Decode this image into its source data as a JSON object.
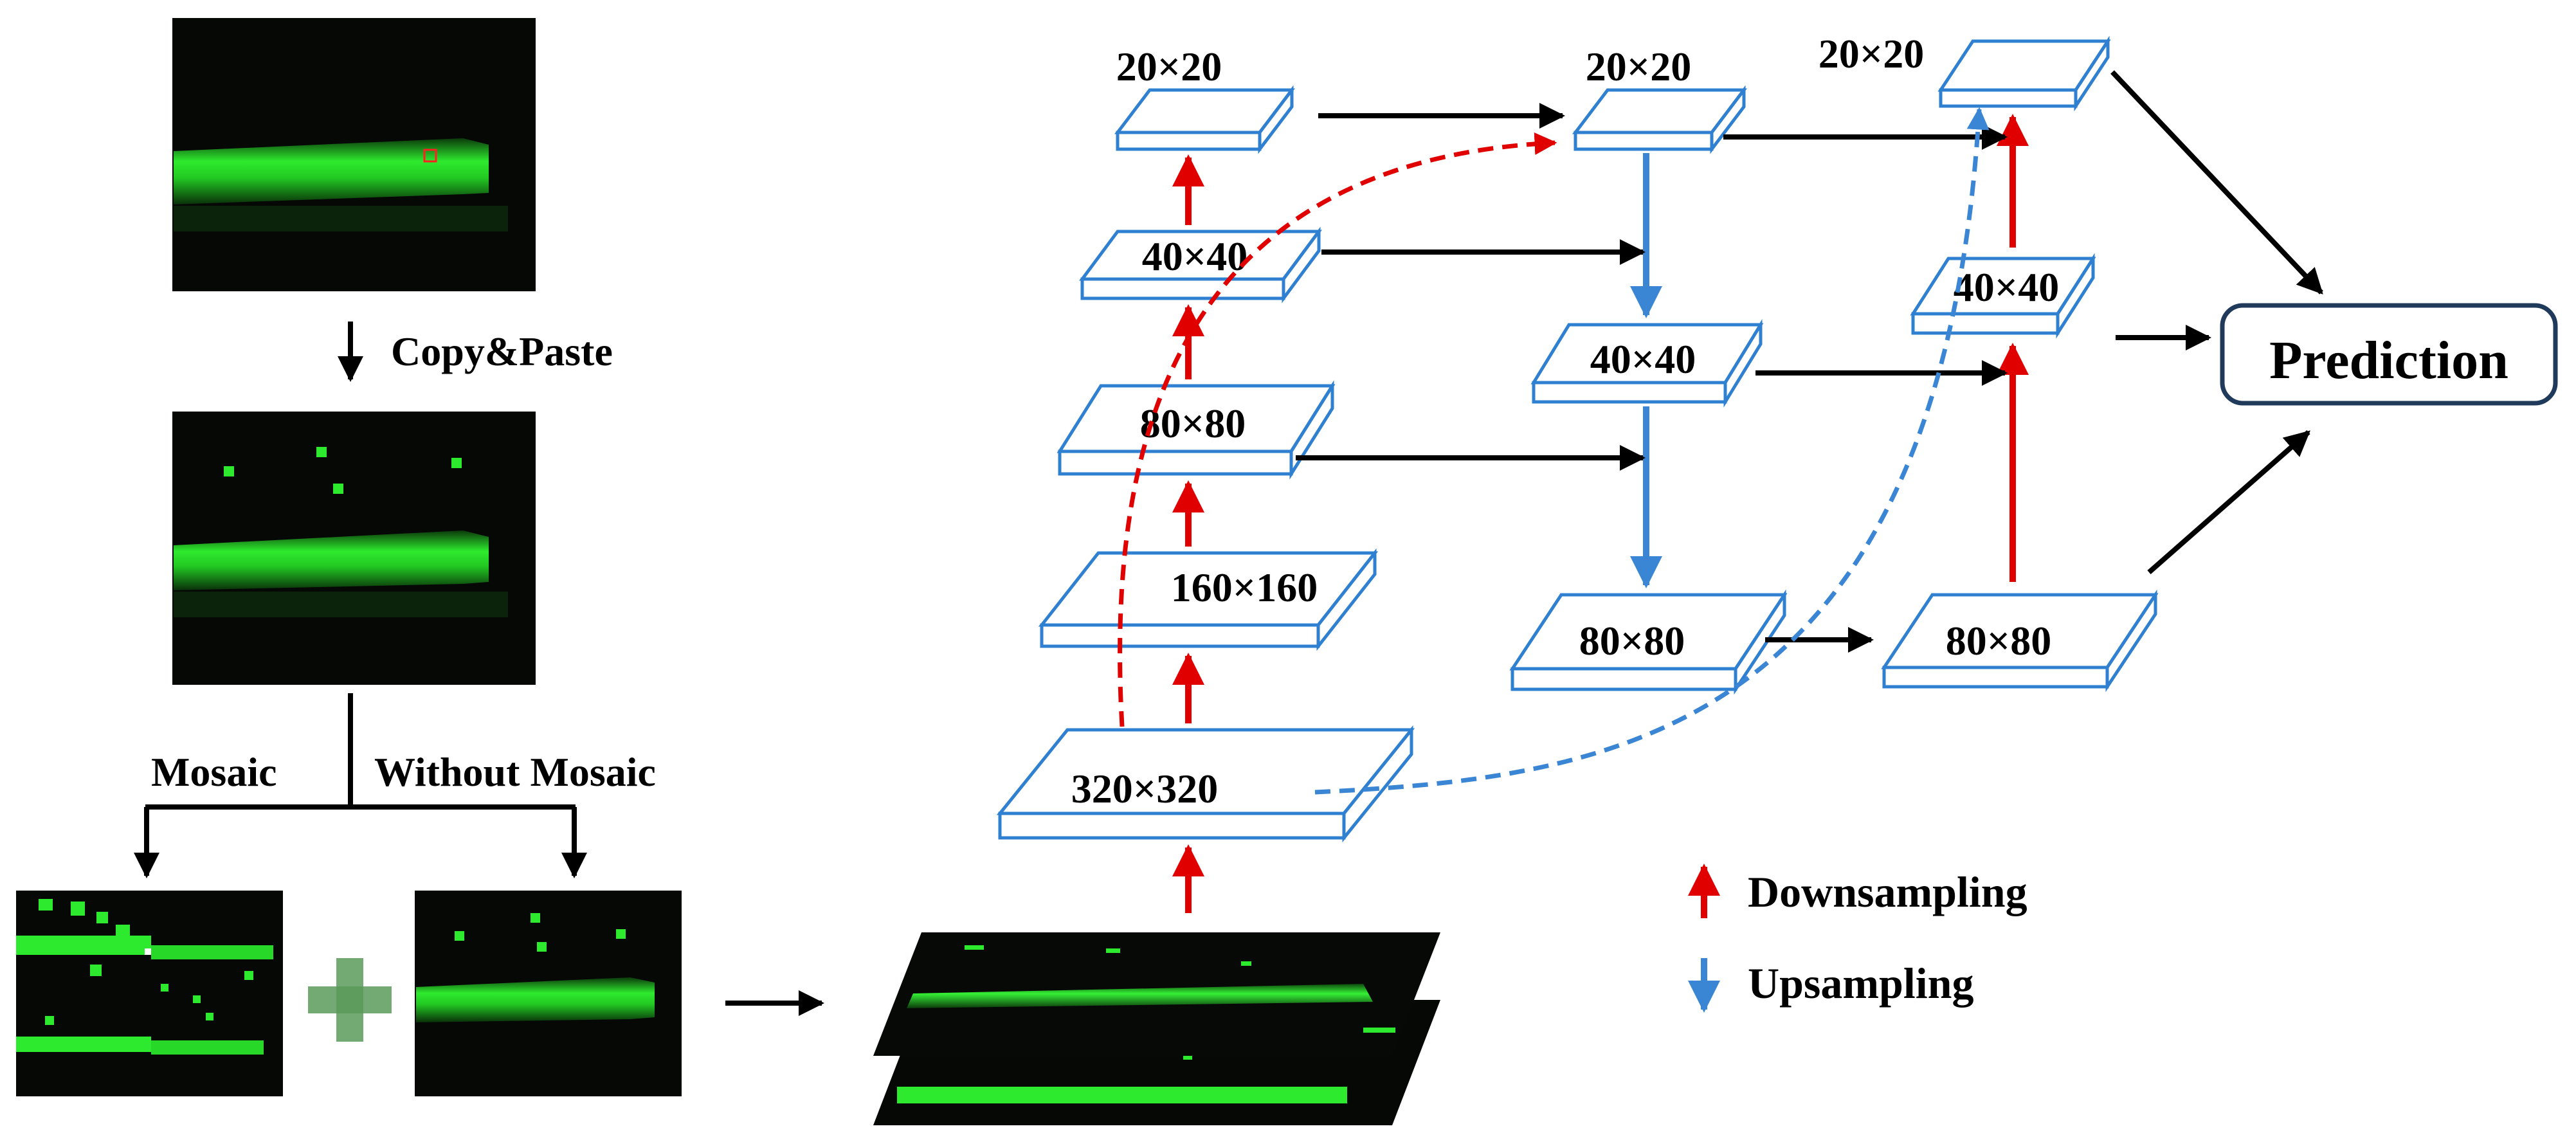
{
  "texts": {
    "copy_paste": "Copy&Paste",
    "mosaic": "Mosaic",
    "without_mosaic": "Without Mosaic",
    "prediction": "Prediction",
    "downsampling": "Downsampling",
    "upsampling": "Upsampling"
  },
  "backbone": [
    "20×20",
    "40×40",
    "80×80",
    "160×160",
    "320×320"
  ],
  "neck_mid": [
    "20×20",
    "40×40",
    "80×80"
  ],
  "neck_right": [
    "20×20",
    "40×40",
    "80×80"
  ],
  "colors": {
    "box_stroke": "#2f80d0",
    "downsample_arrow": "#e00000",
    "upsample_arrow": "#3a86d4",
    "connection_arrow": "#000000",
    "prediction_border": "#1f3a5a",
    "image_green": "#2eea2e",
    "plus_color": "#5a9a5a"
  }
}
